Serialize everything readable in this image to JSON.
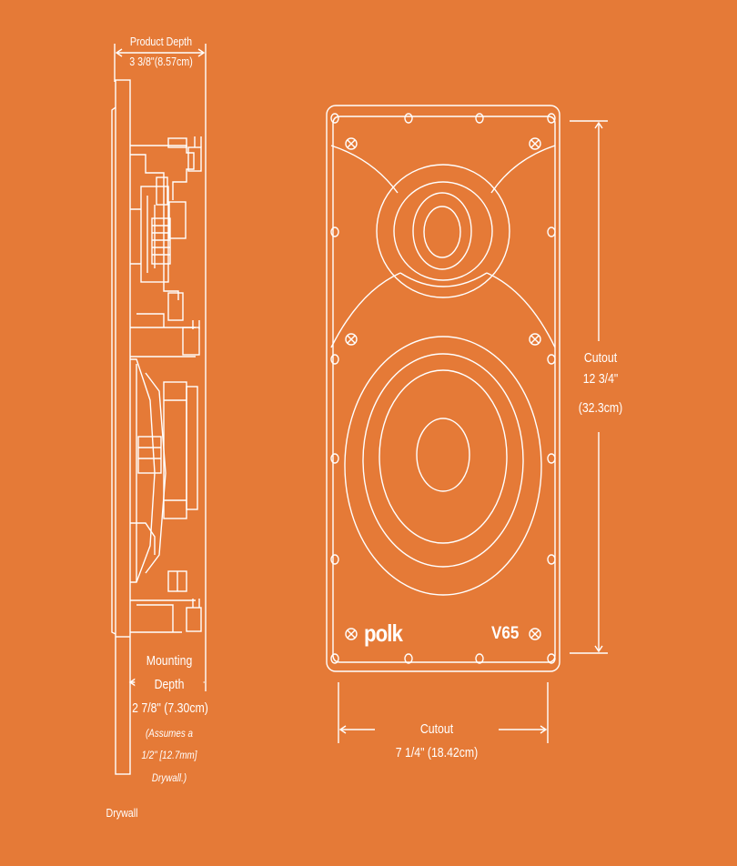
{
  "colors": {
    "background": "#e57a37",
    "line": "#ffffff"
  },
  "labels": {
    "product_depth_title": "Product Depth",
    "product_depth_value": "3 3/8\"(8.57cm)",
    "mounting_line1": "Mounting",
    "mounting_line2": "Depth",
    "mounting_value": "2 7/8\" (7.30cm)",
    "assumes_line1": "(Assumes a",
    "assumes_line2": "1/2\" [12.7mm]",
    "assumes_line3": "Drywall.)",
    "drywall": "Drywall",
    "cutout_height_title": "Cutout",
    "cutout_height_value1": "12 3/4\"",
    "cutout_height_value2": "(32.3cm)",
    "cutout_width_title": "Cutout",
    "cutout_width_value": "7 1/4\" (18.42cm)"
  },
  "brand": {
    "logo": "polk",
    "model": "V65"
  },
  "icons": [
    "screw-icon",
    "mounting-hole-icon"
  ]
}
